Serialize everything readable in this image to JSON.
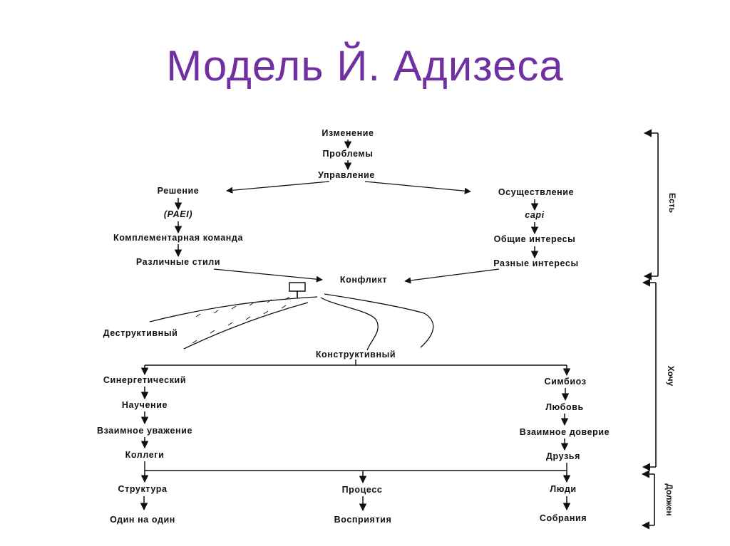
{
  "slide": {
    "title": "Модель Й. Адизеса"
  },
  "diagram": {
    "top_chain": [
      "Изменение",
      "Проблемы",
      "Управление"
    ],
    "left_chain": [
      "Решение",
      "(PAEI)",
      "Комплементарная команда",
      "Различные стили"
    ],
    "right_chain": [
      "Осуществление",
      "capi",
      "Общие интересы",
      "Разные интересы"
    ],
    "conflict": "Конфликт",
    "destructive": "Деструктивный",
    "constructive": "Конструктивный",
    "left_branch": [
      "Синергетический",
      "Научение",
      "Взаимное уважение",
      "Коллеги"
    ],
    "right_branch": [
      "Симбиоз",
      "Любовь",
      "Взаимное доверие",
      "Друзья"
    ],
    "bottom_row": [
      "Структура",
      "Процесс",
      "Люди"
    ],
    "bottom_results": [
      "Один на один",
      "Восприятия",
      "Собрания"
    ]
  },
  "side_labels": {
    "is": "Есть",
    "want": "Хочу",
    "must": "Должен"
  }
}
